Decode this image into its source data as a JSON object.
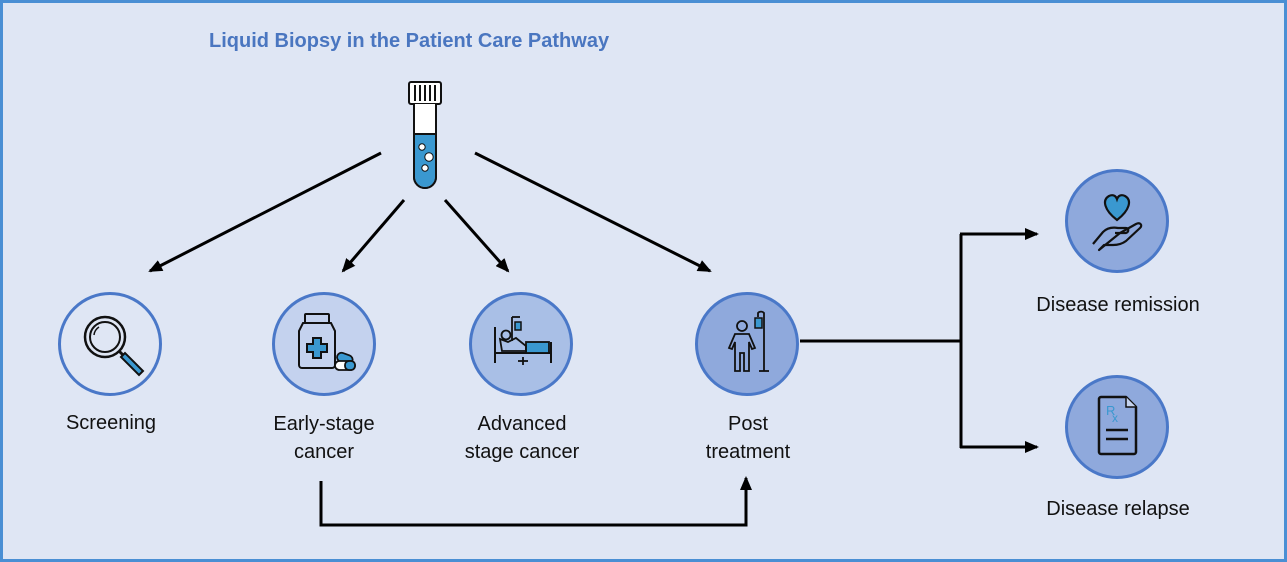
{
  "title": "Liquid Biopsy in the Patient Care Pathway",
  "source_icon": "test-tube-icon",
  "colors": {
    "title": "#4a76c0",
    "background": "#dfe6f4",
    "frame": "#4a8fd4",
    "node_border": "#4a78c8",
    "icon_accent": "#3a98d0",
    "arrow": "#000000"
  },
  "nodes": [
    {
      "id": "screening",
      "icon": "magnifying-glass-icon",
      "label_lines": [
        "Screening"
      ]
    },
    {
      "id": "early-stage-cancer",
      "icon": "medicine-bottle-icon",
      "label_lines": [
        "Early-stage",
        "cancer"
      ]
    },
    {
      "id": "advanced-stage-cancer",
      "icon": "hospital-bed-icon",
      "label_lines": [
        "Advanced",
        "stage cancer"
      ]
    },
    {
      "id": "post-treatment",
      "icon": "patient-iv-drip-icon",
      "label_lines": [
        "Post",
        "treatment"
      ]
    },
    {
      "id": "disease-remission",
      "icon": "heart-in-hand-icon",
      "label_lines": [
        "Disease remission"
      ]
    },
    {
      "id": "disease-relapse",
      "icon": "prescription-document-icon",
      "label_lines": [
        "Disease relapse"
      ]
    }
  ],
  "edges": [
    {
      "from": "test-tube",
      "to": "screening"
    },
    {
      "from": "test-tube",
      "to": "early-stage-cancer"
    },
    {
      "from": "test-tube",
      "to": "advanced-stage-cancer"
    },
    {
      "from": "test-tube",
      "to": "post-treatment"
    },
    {
      "from": "early-stage-cancer",
      "to": "post-treatment"
    },
    {
      "from": "post-treatment",
      "to": "disease-remission"
    },
    {
      "from": "post-treatment",
      "to": "disease-relapse"
    }
  ]
}
